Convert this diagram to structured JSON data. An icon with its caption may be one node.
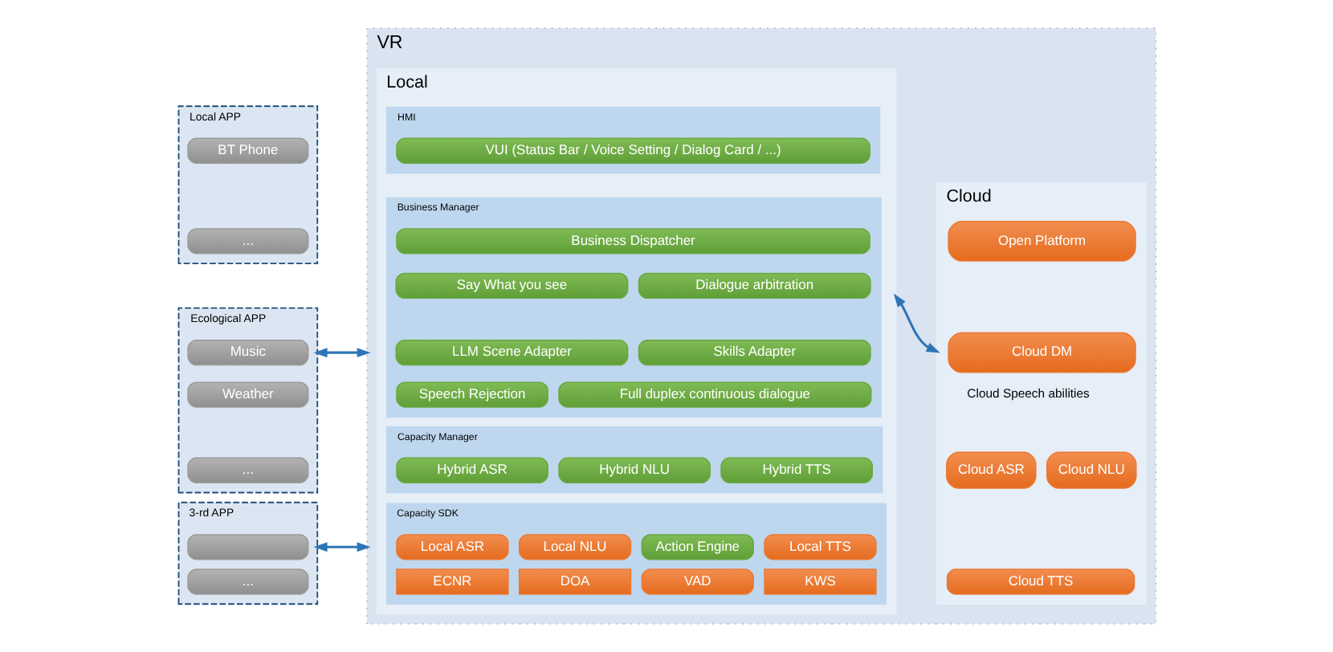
{
  "diagram": {
    "nodes": [
      {
        "text": [
          "Local APP"
        ]
      },
      {
        "text": [
          "BT Phone"
        ],
        "in": 0
      },
      {
        "text": [
          "..."
        ],
        "in": 0
      },
      {
        "text": [
          "Ecological APP"
        ]
      },
      {
        "text": [
          "Music"
        ],
        "in": 3
      },
      {
        "text": [
          "Weather"
        ],
        "in": 3
      },
      {
        "text": [
          "..."
        ],
        "in": 3
      },
      {
        "text": [
          "3-rd APP"
        ]
      },
      {
        "text": [],
        "shape": "box",
        "in": 7
      },
      {
        "text": [
          "..."
        ],
        "in": 7
      },
      {
        "text": [
          "VR"
        ]
      },
      {
        "text": [
          "Local"
        ],
        "in": 10
      },
      {
        "text": [
          "HMI"
        ],
        "in": 11
      },
      {
        "text": [
          "VUI (Status Bar / Voice Setting / Dialog Card / ...)"
        ],
        "in": 12
      },
      {
        "text": [
          "Business Manager"
        ],
        "in": 11
      },
      {
        "text": [
          "Business Dispatcher"
        ],
        "in": 14
      },
      {
        "text": [
          "Say What you see"
        ],
        "in": 14
      },
      {
        "text": [
          "Dialogue arbitration"
        ],
        "in": 14
      },
      {
        "text": [
          "LLM Scene Adapter"
        ],
        "in": 14
      },
      {
        "text": [
          "Skills Adapter"
        ],
        "in": 14
      },
      {
        "text": [
          "Speech Rejection"
        ],
        "in": 14
      },
      {
        "text": [
          "Full duplex continuous dialogue"
        ],
        "in": 14
      },
      {
        "text": [
          "Capacity Manager"
        ],
        "in": 11
      },
      {
        "text": [
          "Hybrid ASR"
        ],
        "in": 22
      },
      {
        "text": [
          "Hybrid NLU"
        ],
        "in": 22
      },
      {
        "text": [
          "Hybrid TTS"
        ],
        "in": 22
      },
      {
        "text": [
          "Capacity SDK"
        ],
        "in": 11
      },
      {
        "text": [
          "Local ASR"
        ],
        "in": 26
      },
      {
        "text": [
          "Local NLU"
        ],
        "in": 26
      },
      {
        "text": [
          "Action Engine"
        ],
        "in": 26
      },
      {
        "text": [
          "Local TTS"
        ],
        "in": 26
      },
      {
        "text": [
          "ECNR"
        ],
        "in": 26
      },
      {
        "text": [
          "DOA"
        ],
        "in": 26
      },
      {
        "text": [
          "VAD"
        ],
        "in": 26
      },
      {
        "text": [
          "KWS"
        ],
        "in": 26
      },
      {
        "text": [
          "Cloud"
        ],
        "in": 10
      },
      {
        "text": [
          "Open Platform"
        ],
        "in": 35
      },
      {
        "text": [
          "Cloud DM"
        ],
        "in": 35
      },
      {
        "text": [
          "Cloud ASR"
        ],
        "in": 35
      },
      {
        "text": [
          "Cloud NLU"
        ],
        "in": 35
      },
      {
        "text": [
          "Cloud TTS"
        ],
        "in": 35
      }
    ],
    "edges": [
      {
        "from": 3,
        "to": 10,
        "arrow": "both"
      },
      {
        "from": 7,
        "to": 10,
        "arrow": "both"
      },
      {
        "from": 11,
        "to": 35,
        "arrow": "both"
      }
    ],
    "labels": [
      "Cloud Speech abilities"
    ]
  }
}
